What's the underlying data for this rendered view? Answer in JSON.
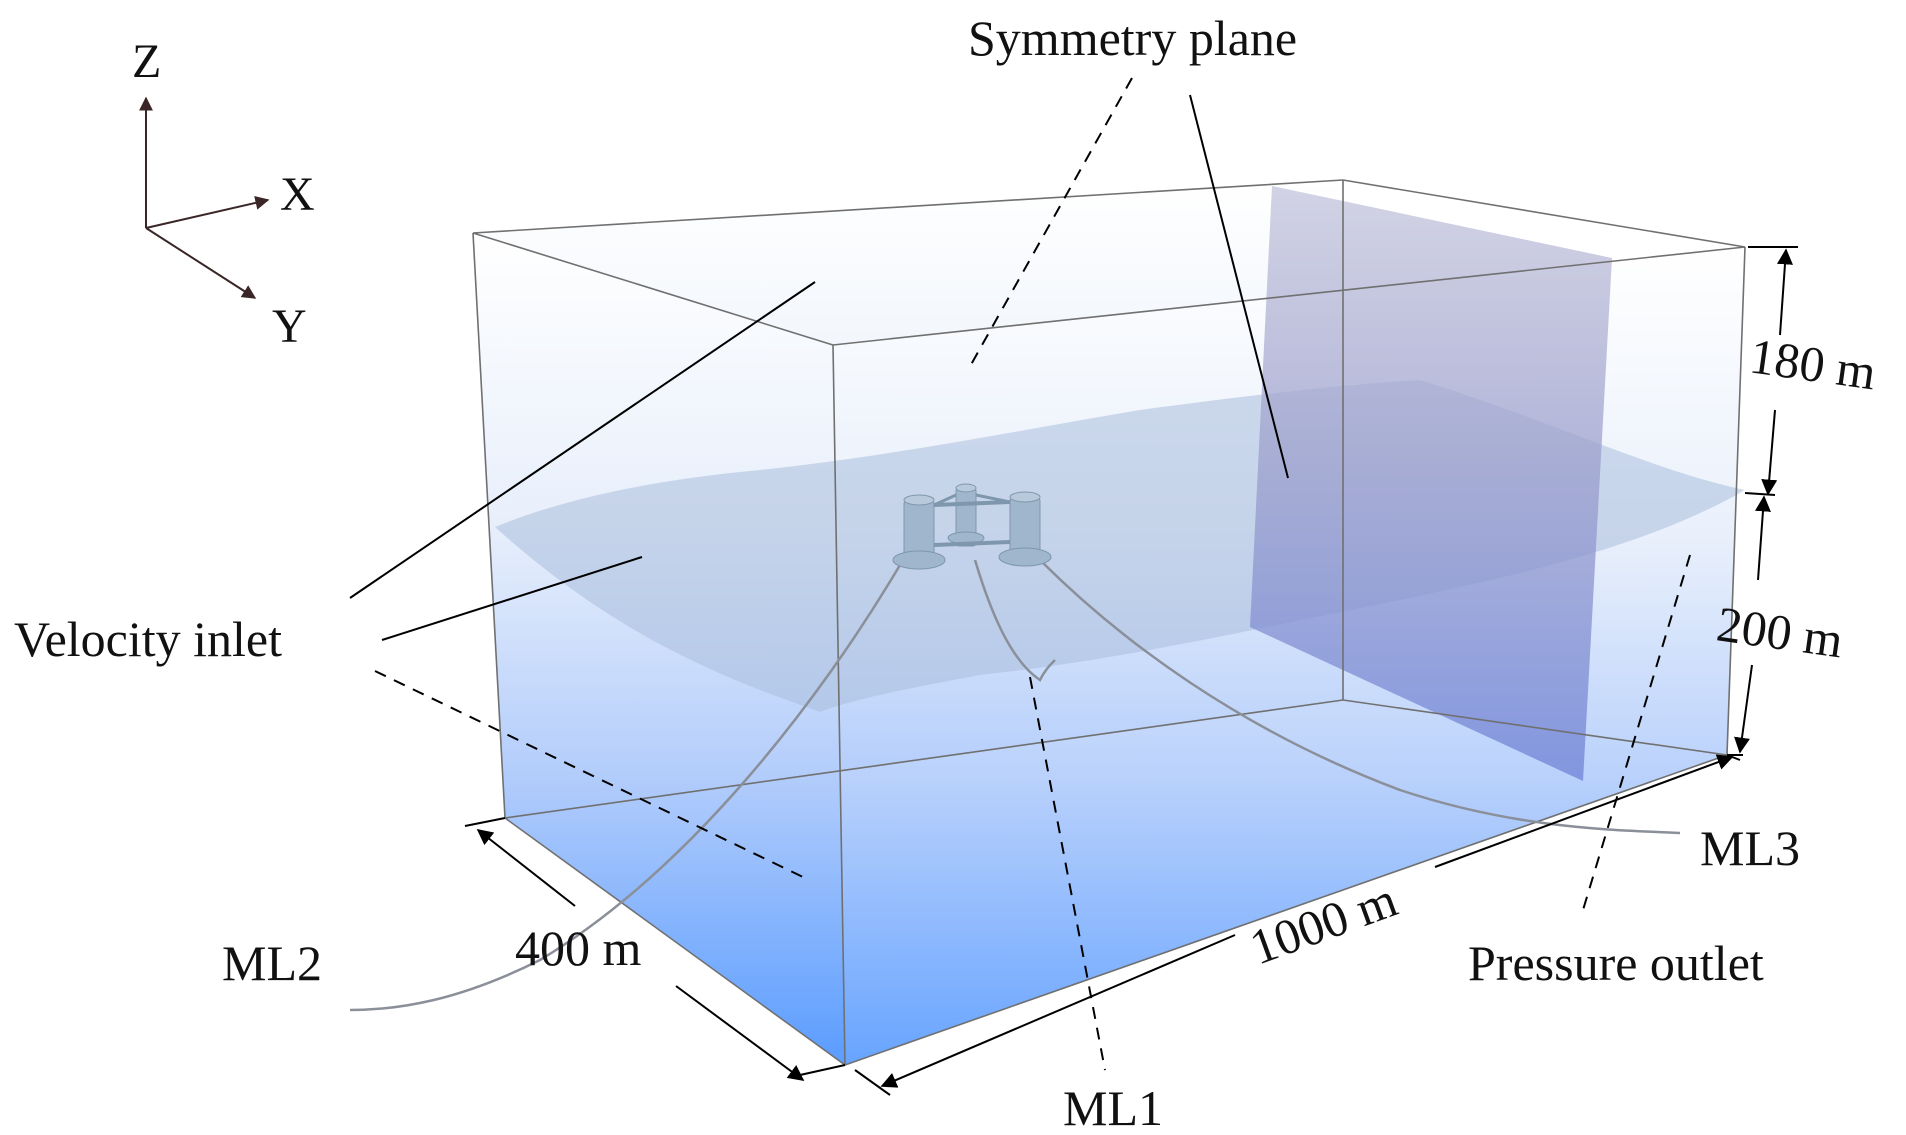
{
  "axes": {
    "z": "Z",
    "x": "X",
    "y": "Y"
  },
  "labels": {
    "symmetry_plane": "Symmetry plane",
    "velocity_inlet": "Velocity inlet",
    "pressure_outlet": "Pressure outlet",
    "ml1": "ML1",
    "ml2": "ML2",
    "ml3": "ML3"
  },
  "dimensions": {
    "width": "400 m",
    "length": "1000 m",
    "air_height": "180 m",
    "water_depth": "200 m"
  },
  "colors": {
    "water_deep": "#5a9cff",
    "water_light": "#dfe9fb",
    "symmetry_plane_fill": "#7d7fbf",
    "free_surface": "#a9bedc",
    "platform": "#9fb6cc",
    "mooring_line": "#8a8f99",
    "edge": "#707070"
  }
}
